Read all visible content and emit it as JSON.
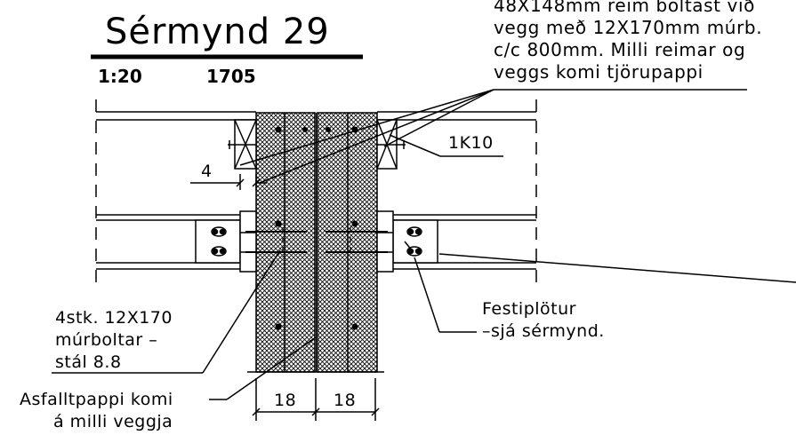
{
  "title": "Sérmynd 29",
  "scale": "1:20",
  "drawing_number": "1705",
  "note_lines": [
    "48X148mm reim boltast við",
    "vegg með 12X170mm múrb.",
    "c/c 800mm. Milli reimar og",
    "veggs komi tjörupappi"
  ],
  "labels": {
    "gap": "4",
    "section_tag": "1K10",
    "bolts": [
      "4stk. 12X170",
      "múrboltar –",
      "stál 8.8"
    ],
    "fixing_plates": [
      "Festiplötur",
      "–sjá sérmynd."
    ],
    "asphalt_paper": [
      "Asfalltpappi komi",
      "á milli veggja"
    ],
    "dim_left": "18",
    "dim_right": "18"
  }
}
